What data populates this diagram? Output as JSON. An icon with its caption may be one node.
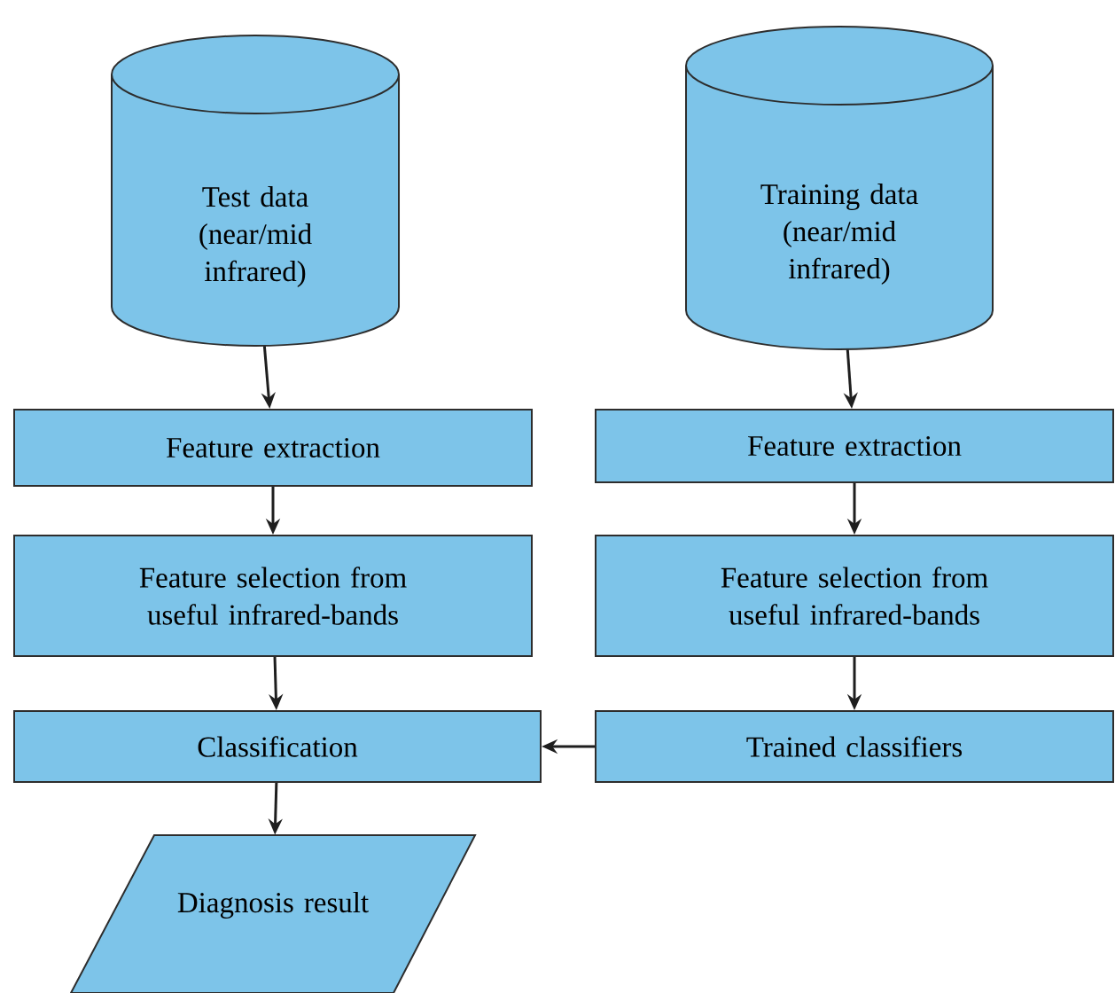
{
  "diagram": {
    "nodes": [
      {
        "text": [
          "Test data (near/mid infrared)"
        ]
      },
      {
        "text": [
          "Training data (near/mid infrared)"
        ]
      },
      {
        "text": [
          "Feature extraction"
        ]
      },
      {
        "text": [
          "Feature extraction"
        ]
      },
      {
        "text": [
          "Feature selection from useful infrared-bands"
        ]
      },
      {
        "text": [
          "Feature selection from useful infrared-bands"
        ]
      },
      {
        "text": [
          "Classification"
        ]
      },
      {
        "text": [
          "Trained classifiers"
        ]
      },
      {
        "text": [
          "Diagnosis result"
        ]
      }
    ],
    "edges": [
      {
        "from": 0,
        "to": 2,
        "arrow": "to"
      },
      {
        "from": 2,
        "to": 4,
        "arrow": "to"
      },
      {
        "from": 4,
        "to": 6,
        "arrow": "to"
      },
      {
        "from": 6,
        "to": 8,
        "arrow": "to"
      },
      {
        "from": 1,
        "to": 3,
        "arrow": "to"
      },
      {
        "from": 3,
        "to": 5,
        "arrow": "to"
      },
      {
        "from": 5,
        "to": 7,
        "arrow": "to"
      },
      {
        "from": 7,
        "to": 6,
        "arrow": "to"
      }
    ]
  }
}
